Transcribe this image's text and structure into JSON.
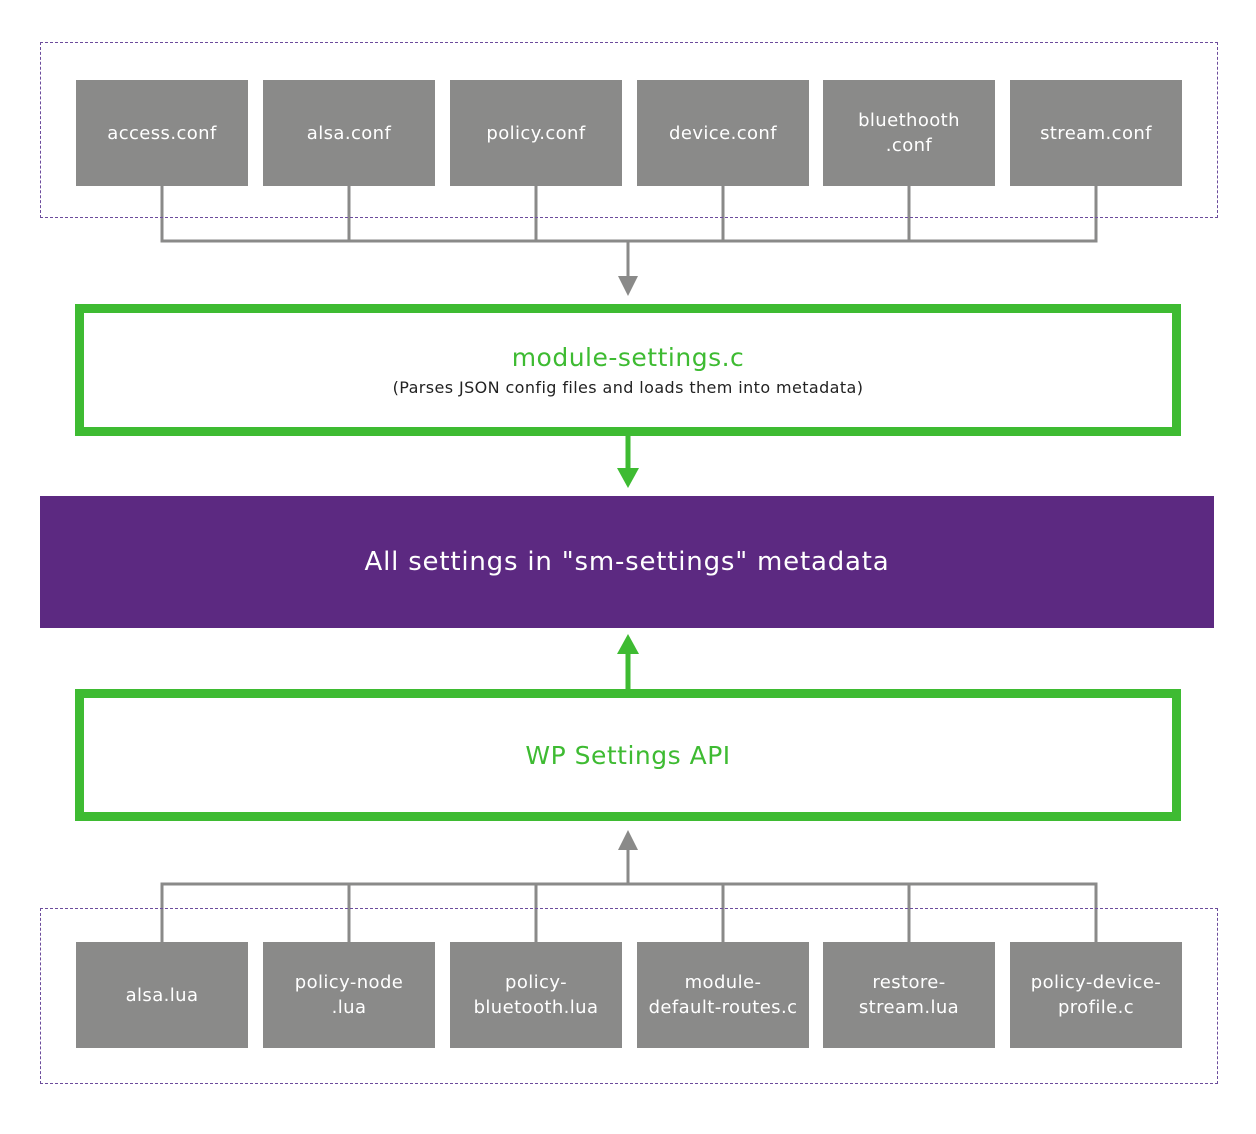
{
  "top_files": [
    "access.conf",
    "alsa.conf",
    "policy.conf",
    "device.conf",
    "bluethooth\n.conf",
    "stream.conf"
  ],
  "module_settings": {
    "title": "module-settings.c",
    "subtitle": "(Parses JSON config files and loads them into metadata)"
  },
  "metadata": {
    "label": "All settings in \"sm-settings\" metadata"
  },
  "settings_api": {
    "title": "WP Settings API"
  },
  "bottom_files": [
    "alsa.lua",
    "policy-node\n.lua",
    "policy-\nbluetooth.lua",
    "module-\ndefault-routes.c",
    "restore-\nstream.lua",
    "policy-device-\nprofile.c"
  ],
  "colors": {
    "file_box": "#8a8a89",
    "accent_green": "#3ebb32",
    "metadata_purple": "#5c2981",
    "connector_gray": "#8a8a89",
    "group_border": "#6c4c9c"
  }
}
